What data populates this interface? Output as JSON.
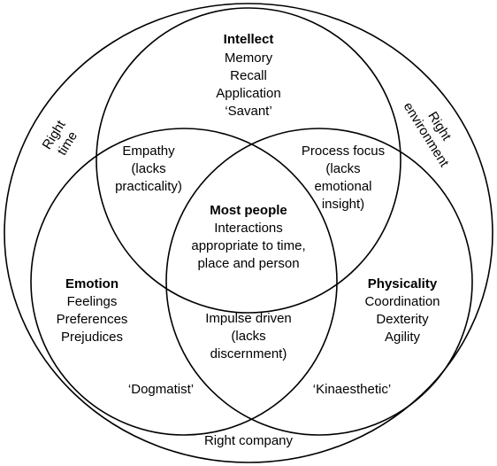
{
  "intellect": {
    "title": "Intellect",
    "items": [
      "Memory",
      "Recall",
      "Application",
      "‘Savant’"
    ]
  },
  "emotion": {
    "title": "Emotion",
    "items": [
      "Feelings",
      "Preferences",
      "Prejudices"
    ],
    "type_label": "‘Dogmatist’"
  },
  "physicality": {
    "title": "Physicality",
    "items": [
      "Coordination",
      "Dexterity",
      "Agility"
    ],
    "type_label": "‘Kinaesthetic’"
  },
  "intersections": {
    "intellect_emotion": [
      "Empathy",
      "(lacks",
      "practicality)"
    ],
    "intellect_physicality": [
      "Process focus",
      "(lacks",
      "emotional",
      "insight)"
    ],
    "emotion_physicality": [
      "Impulse driven",
      "(lacks",
      "discernment)"
    ]
  },
  "center": {
    "title": "Most people",
    "lines": [
      "Interactions",
      "appropriate to time,",
      "place and person"
    ]
  },
  "outer": {
    "right_time": [
      "Right",
      "time"
    ],
    "right_environment": [
      "Right",
      "environment"
    ],
    "right_company": "Right company"
  }
}
